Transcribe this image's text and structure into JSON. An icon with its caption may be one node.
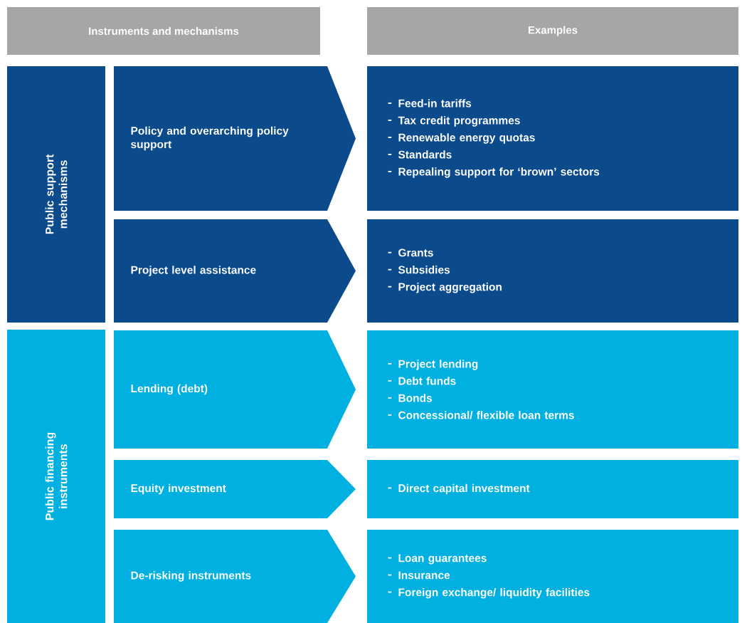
{
  "diagram": {
    "nodes": [
      {
        "text": [
          "Instruments and mechanisms"
        ]
      },
      {
        "text": [
          "Examples"
        ]
      },
      {
        "text": [
          "Public support mechanisms"
        ]
      },
      {
        "text": [
          "Policy and overarching policy support"
        ]
      },
      {
        "text": [
          "Feed-in tariffs",
          "Tax credit programmes",
          "Renewable energy quotas",
          "Standards",
          "Repealing support for ‘brown’ sectors"
        ]
      },
      {
        "text": [
          "Project level assistance"
        ]
      },
      {
        "text": [
          "Grants",
          "Subsidies",
          "Project aggregation"
        ]
      },
      {
        "text": [
          "Public financing instruments"
        ]
      },
      {
        "text": [
          "Lending (debt)"
        ]
      },
      {
        "text": [
          "Project lending",
          "Debt funds",
          "Bonds",
          "Concessional/ flexible loan terms"
        ]
      },
      {
        "text": [
          "Equity investment"
        ]
      },
      {
        "text": [
          "Direct capital investment"
        ]
      },
      {
        "text": [
          "De-risking instruments"
        ]
      },
      {
        "text": [
          "Loan guarantees",
          "Insurance",
          "Foreign exchange/ liquidity facilities"
        ]
      }
    ]
  }
}
